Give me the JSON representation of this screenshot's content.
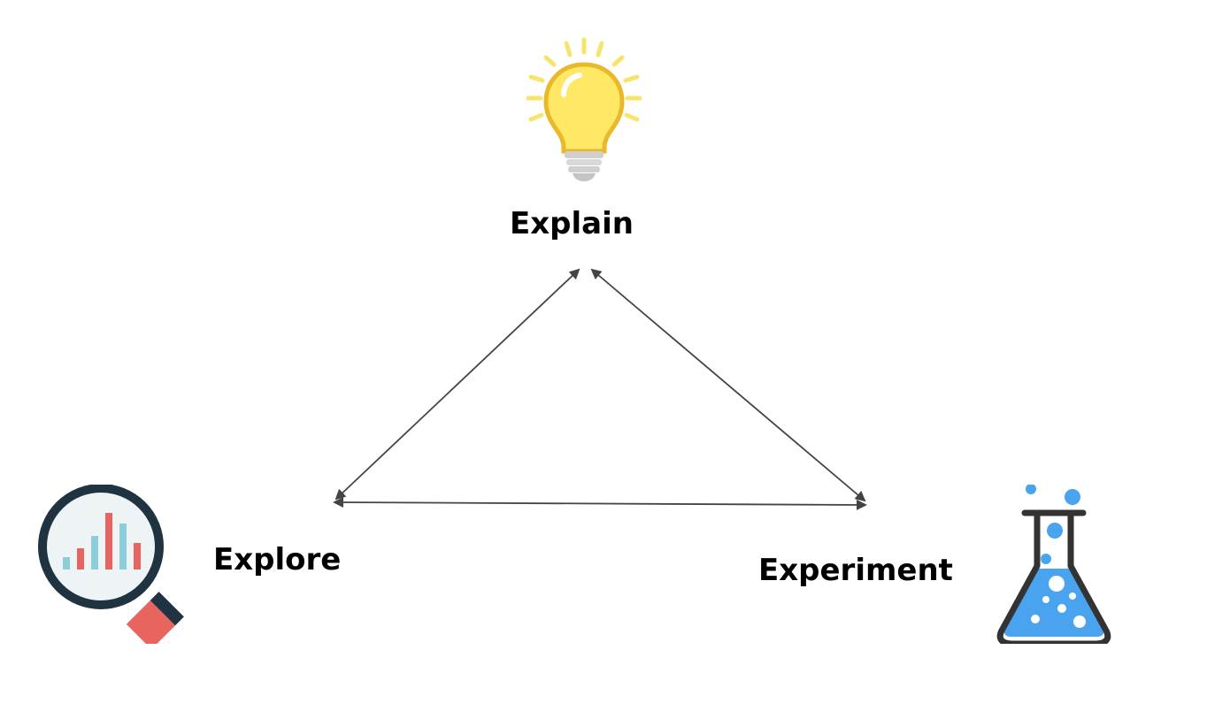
{
  "nodes": {
    "explain": {
      "label": "Explain",
      "icon": "lightbulb-icon"
    },
    "explore": {
      "label": "Explore",
      "icon": "magnifier-chart-icon"
    },
    "experiment": {
      "label": "Experiment",
      "icon": "flask-icon"
    }
  },
  "edges": [
    {
      "from": "explore",
      "to": "explain",
      "bidirectional": true
    },
    {
      "from": "explain",
      "to": "experiment",
      "bidirectional": true
    },
    {
      "from": "explore",
      "to": "experiment",
      "bidirectional": true
    }
  ],
  "colors": {
    "arrow": "#444444",
    "bulb": "#ffe866",
    "bulb_outline": "#e9b92b",
    "bulb_rays": "#f7e46a",
    "bulb_base": "#cfcfcf",
    "magnifier_ring": "#1f3340",
    "magnifier_handle": "#e8655f",
    "chart_red": "#e8655f",
    "chart_teal": "#8ccfd9",
    "flask_liquid": "#4aa3ee",
    "flask_outline": "#333333"
  }
}
